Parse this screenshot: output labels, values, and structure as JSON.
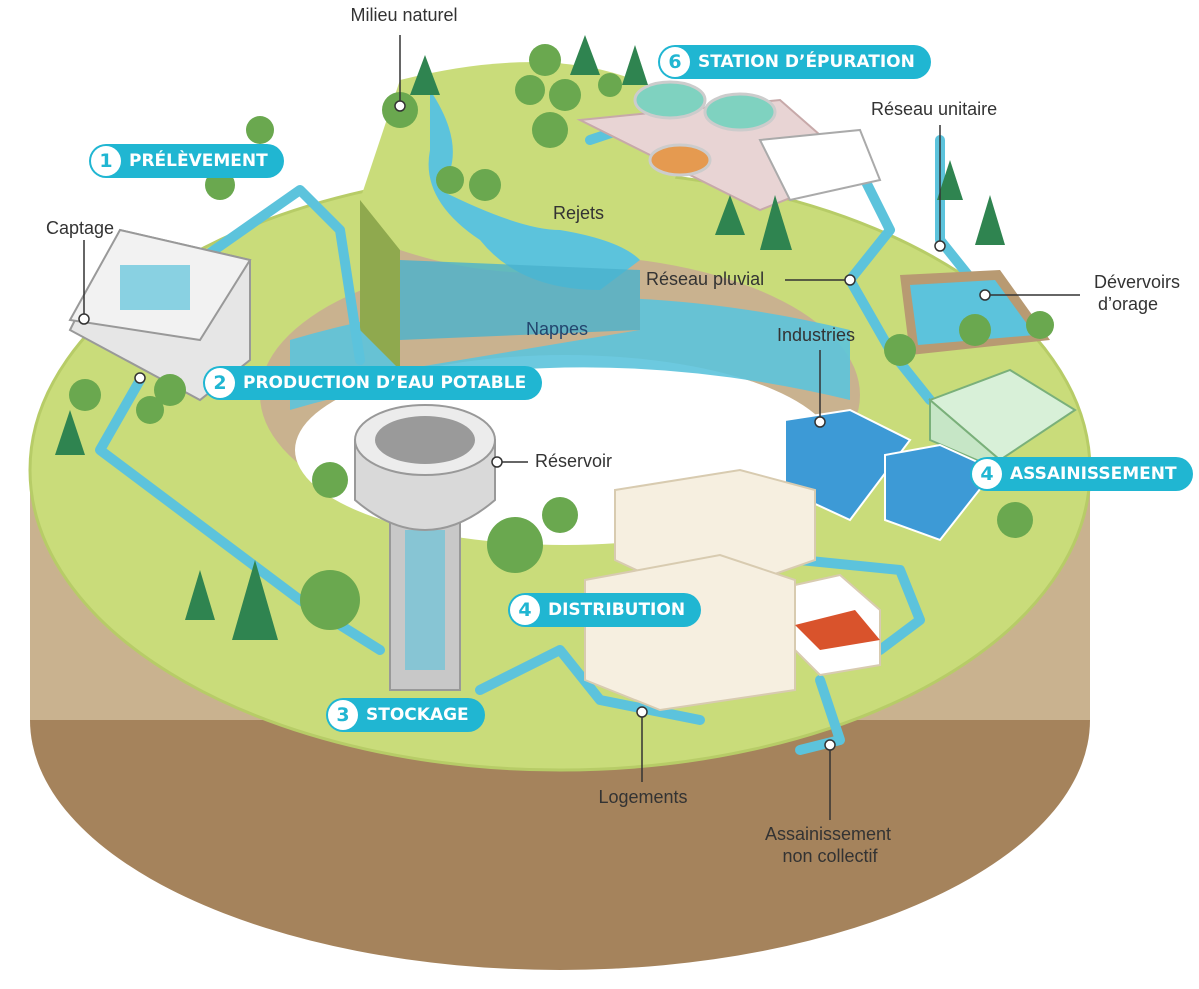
{
  "steps": [
    {
      "num": "1",
      "label": "PRÉLÈVEMENT"
    },
    {
      "num": "2",
      "label": "PRODUCTION D’EAU POTABLE"
    },
    {
      "num": "3",
      "label": "STOCKAGE"
    },
    {
      "num": "4",
      "label": "DISTRIBUTION"
    },
    {
      "num": "4",
      "label": "ASSAINISSEMENT"
    },
    {
      "num": "6",
      "label": "STATION D’ÉPURATION"
    }
  ],
  "labels": {
    "milieu_naturel": "Milieu naturel",
    "captage": "Captage",
    "rejets": "Rejets",
    "reseau_unitaire": "Réseau unitaire",
    "reseau_pluvial": "Réseau pluvial",
    "devervoirs_1": "Dévervoirs",
    "devervoirs_2": "d’orage",
    "nappes": "Nappes",
    "industries": "Industries",
    "reservoir": "Réservoir",
    "logements": "Logements",
    "anc_1": "Assainissement",
    "anc_2": "non collectif"
  },
  "colors": {
    "step_badge": "#20b6d2",
    "grass": "#c9dc7a",
    "soil": "#c9b28f",
    "soil_dark": "#a5835c",
    "water": "#5cc3dc",
    "tree": "#6aa84f",
    "text": "#333333"
  }
}
